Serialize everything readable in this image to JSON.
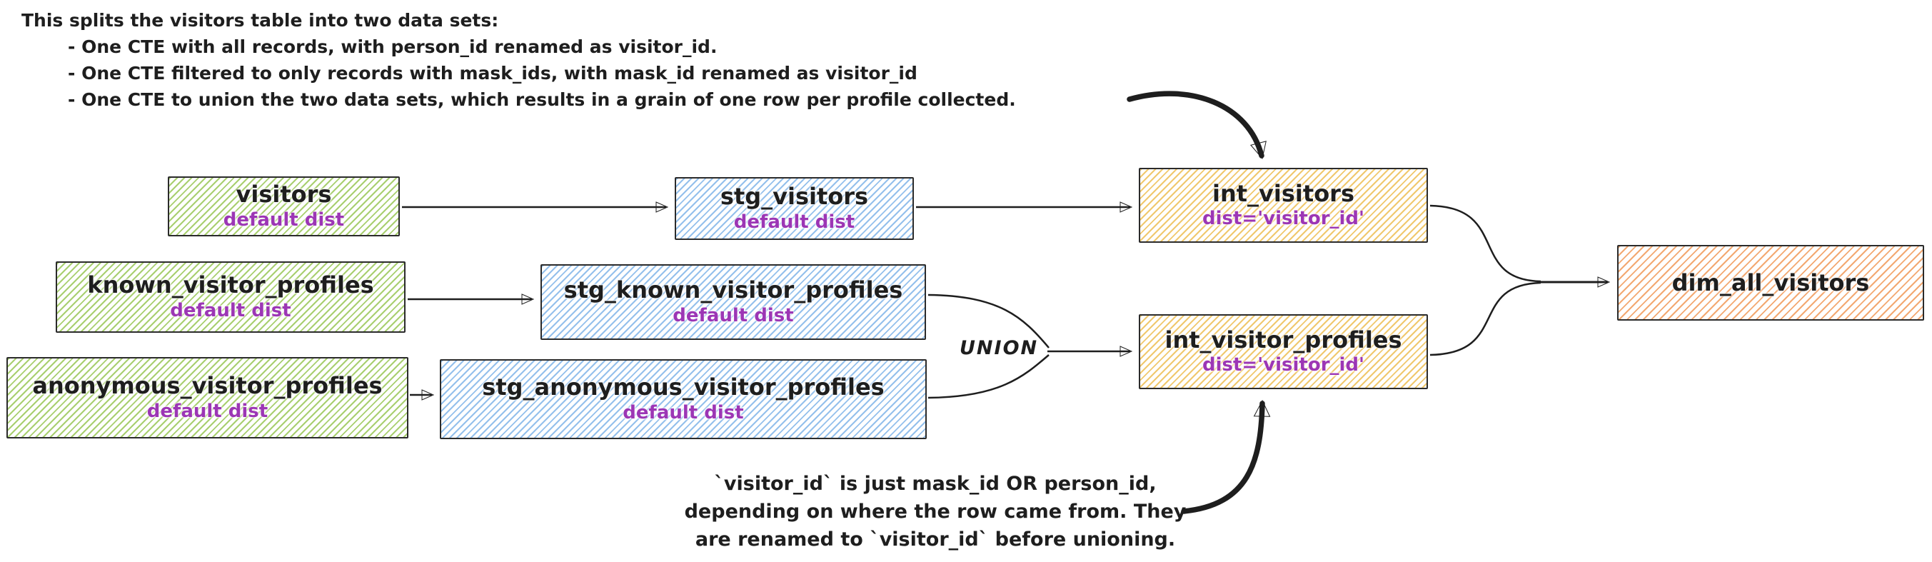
{
  "colors": {
    "ink": "#1e1e1e",
    "annotation_purple": "#9c36b5",
    "source_green": "#a8cf6f",
    "staging_blue": "#94c0ec",
    "intermediate_yellow": "#f0c86d",
    "dim_orange": "#f3a871"
  },
  "annotations": {
    "top": {
      "intro": "This splits the visitors table into two data sets:",
      "bullets": [
        "- One CTE with all records, with person_id renamed as visitor_id.",
        "- One CTE filtered to only records with mask_ids, with mask_id renamed as visitor_id",
        "- One CTE to union the two data sets, which results in a grain of one row per profile collected."
      ]
    },
    "bottom": {
      "lines": [
        "`visitor_id` is just mask_id OR person_id,",
        "depending on where the row came from. They",
        "are renamed to `visitor_id` before unioning."
      ]
    }
  },
  "union_label": "UNION",
  "nodes": {
    "visitors": {
      "title": "visitors",
      "subtitle": "default dist"
    },
    "known_visitor_profiles": {
      "title": "known_visitor_profiles",
      "subtitle": "default dist"
    },
    "anonymous_visitor_profiles": {
      "title": "anonymous_visitor_profiles",
      "subtitle": "default dist"
    },
    "stg_visitors": {
      "title": "stg_visitors",
      "subtitle": "default dist"
    },
    "stg_known_visitor_profiles": {
      "title": "stg_known_visitor_profiles",
      "subtitle": "default dist"
    },
    "stg_anonymous_visitor_profiles": {
      "title": "stg_anonymous_visitor_profiles",
      "subtitle": "default dist"
    },
    "int_visitors": {
      "title": "int_visitors",
      "subtitle": "dist='visitor_id'"
    },
    "int_visitor_profiles": {
      "title": "int_visitor_profiles",
      "subtitle": "dist='visitor_id'"
    },
    "dim_all_visitors": {
      "title": "dim_all_visitors"
    }
  }
}
